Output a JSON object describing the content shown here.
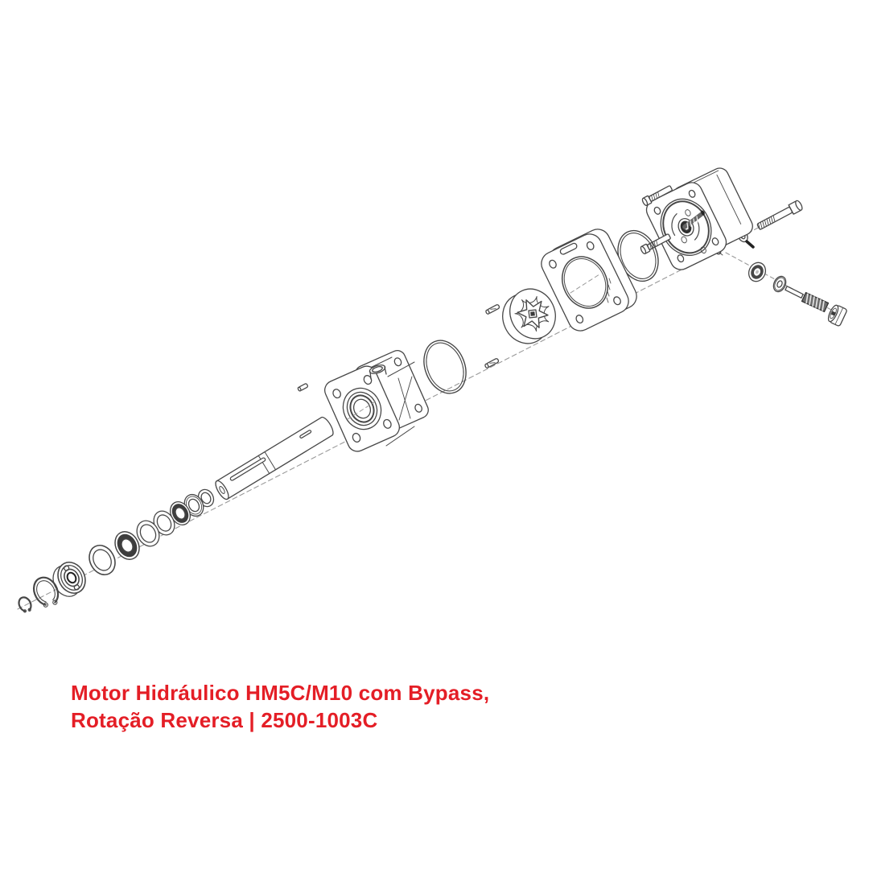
{
  "page": {
    "background_color": "#ffffff"
  },
  "product_title": {
    "line1": "Motor Hidráulico HM5C/M10 com Bypass,",
    "line2": "Rotação Reversa | 2500-1003C",
    "color": "#e41e26"
  },
  "diagram": {
    "type": "exploded-view",
    "description": "Exploded parts diagram of a hydraulic motor with bypass, parts arranged along a diagonal dashed centerline from lower-left to upper-right",
    "stroke_color": "#474747",
    "centerline_color": "#999999",
    "parts": [
      {
        "name": "snap-ring-small"
      },
      {
        "name": "retaining-ring"
      },
      {
        "name": "ball-bearing"
      },
      {
        "name": "thrust-washer"
      },
      {
        "name": "shaft-seal"
      },
      {
        "name": "backup-washer"
      },
      {
        "name": "flat-washer"
      },
      {
        "name": "seal-ring"
      },
      {
        "name": "flat-washer-2"
      },
      {
        "name": "flat-washer-small"
      },
      {
        "name": "output-shaft"
      },
      {
        "name": "shaft-key"
      },
      {
        "name": "front-flange-housing"
      },
      {
        "name": "o-ring-front"
      },
      {
        "name": "dowel-pin",
        "qty": 2
      },
      {
        "name": "gerotor-set"
      },
      {
        "name": "body-plate"
      },
      {
        "name": "o-ring-rear"
      },
      {
        "name": "rear-cover"
      },
      {
        "name": "through-bolt",
        "qty": 2
      },
      {
        "name": "drive-stud"
      },
      {
        "name": "cap-screw"
      },
      {
        "name": "seal-washer"
      },
      {
        "name": "drive-pin"
      },
      {
        "name": "bypass-poppet"
      },
      {
        "name": "spring-seat-washer"
      },
      {
        "name": "bypass-spring"
      },
      {
        "name": "hex-plug"
      }
    ]
  }
}
